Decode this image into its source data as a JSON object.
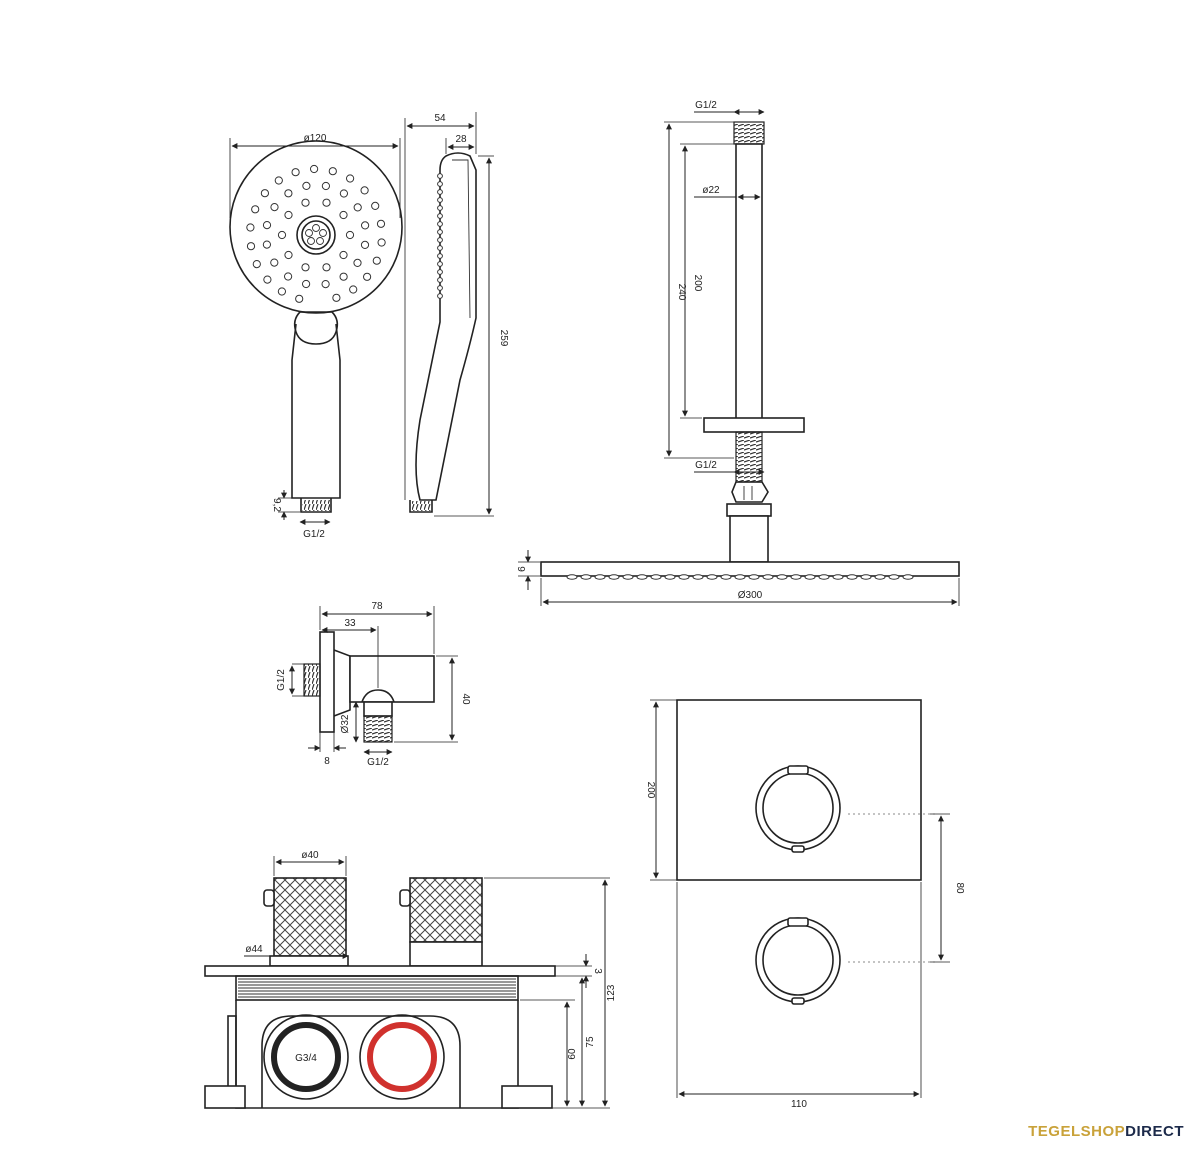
{
  "dimensions": {
    "hand_dia": "ø120",
    "hand_depth": "54",
    "hand_head_depth": "28",
    "hand_length": "259",
    "hand_conn_len": "9,2",
    "hand_conn": "G1/2",
    "arm_conn_top": "G1/2",
    "arm_dia": "ø22",
    "arm_len_outer": "240",
    "arm_len_inner": "200",
    "arm_conn_bottom": "G1/2",
    "head_thick": "9",
    "head_dia": "Ø300",
    "elbow_depth": "78",
    "elbow_offset": "33",
    "elbow_conn_left": "G1/2",
    "elbow_height": "40",
    "elbow_dia": "Ø32",
    "elbow_flange": "8",
    "elbow_conn_bottom": "G1/2",
    "plate_height": "200",
    "plate_spacing": "80",
    "plate_width": "110",
    "knob_dia": "ø40",
    "knob_base_dia": "ø44",
    "box_plate": "3",
    "box_total": "123",
    "box_mid": "75",
    "box_low": "60",
    "box_inlet": "G3/4"
  },
  "brand": {
    "part1": "TEGELSHOP",
    "part2": "DIRECT"
  },
  "colors": {
    "line": "#222222",
    "hot_ring": "#d0312d",
    "brand_gold": "#c9a23a",
    "brand_navy": "#1c2a4a"
  }
}
